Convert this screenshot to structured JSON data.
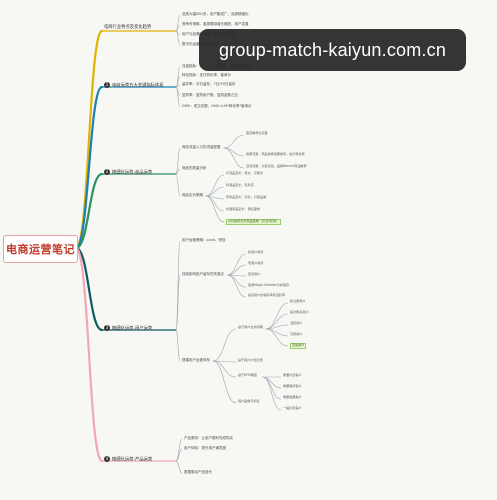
{
  "root": {
    "label": "电商运营笔记",
    "color": "#c0392b"
  },
  "branch_colors": [
    "#e0b400",
    "#1a7fb5",
    "#2e8f62",
    "#0d5a66",
    "#f2a6b8"
  ],
  "branches": [
    {
      "label": "电商行业特点及变化趋势",
      "children": [
        "品类大幅SKU多，用户集成广，品类精细化",
        "竞争时常稀，客源限制增长缩短，用户发展",
        "用户与品牌间高用户需求场景多变",
        "数字化运营与增长驱动"
      ]
    },
    {
      "number": "1",
      "label": "电商运营五大关键指标体系",
      "children": [
        "流量指标：UV、PV、跳出率、平均停留时长",
        "转化指标：支付转化率、客单价",
        "留存率：次日留存、7日/30日留存",
        "复购率：复购用户数、复购金额占比",
        "GMV：成交总额，GMV=UV*转化率*客单价"
      ]
    },
    {
      "number": "2",
      "label": "精细化运营-商品运营",
      "children": [
        {
          "label": "商品流量入口的流量配置",
          "children": [
            "首页推荐位流量",
            "搜索流量：商品搜索结果排序，提升转化率",
            "活动流量：大促活动，品牌Banner商品推荐"
          ]
        },
        {
          "label": "商品的质量分析",
          "children": []
        },
        {
          "label": "商品定价策略",
          "children": [
            "引流品定价：低价，高曝光",
            "利润品定价：毛利高",
            "形象品定价：高价，打造品牌",
            "长尾商品定价：满足需求",
            "以价格带划分商品结构（引流/利润）"
          ]
        }
      ]
    },
    {
      "number": "3",
      "label": "精细化运营-用户运营",
      "children": [
        "用户运营策略：push、短信",
        {
          "label": "找到影响用户留存的关键点",
          "children": [
            "新用户留存",
            "老用户留存",
            "回流用户",
            "使用Magic Number分析留存",
            "提高用户的留存率和活跃率"
          ]
        },
        {
          "label": "搭建用户运营体系",
          "children": [
            {
              "label": "基于用户生命周期",
              "children": [
                "新注册用户",
                "首次购买用户",
                "活跃用户",
                "沉默用户",
                "流失用户"
              ]
            },
            {
              "label": "基于用户价值分层",
              "children": []
            },
            {
              "label": "基于RFM模型",
              "children": [
                "重要价值客户",
                "重要保持客户",
                "重要发展客户",
                "一般价值客户"
              ]
            },
            {
              "label": "用户画像与标签",
              "children": []
            }
          ]
        }
      ]
    },
    {
      "number": "4",
      "label": "精细化运营-产品运营",
      "children": [
        "产品原则：让用户顺利完成购买",
        "用户体验：提升用户满意度",
        "数据驱动产品迭代"
      ]
    }
  ],
  "watermark": "group-match-kaiyun.com.cn"
}
